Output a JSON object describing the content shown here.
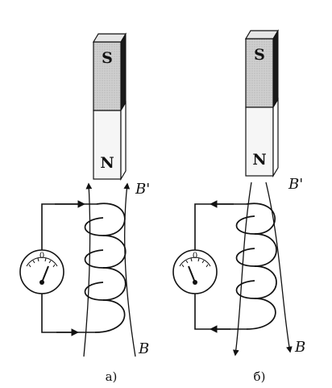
{
  "panels": [
    {
      "id": "a",
      "magnet": {
        "top_pole": "S",
        "bottom_pole": "N"
      },
      "field_label_top": "B'",
      "field_label_bottom": "B",
      "galvanometer_zero": "0",
      "galvanometer_deflection": "right",
      "caption": "а)"
    },
    {
      "id": "b",
      "magnet": {
        "top_pole": "S",
        "bottom_pole": "N"
      },
      "field_label_top": "B'",
      "field_label_bottom": "B",
      "galvanometer_zero": "0",
      "galvanometer_deflection": "left",
      "caption": "б)"
    }
  ],
  "colors": {
    "ink": "#111111",
    "magnet_s": "#c9c9c9",
    "magnet_n": "#f6f6f6",
    "magnet_side": "#1a1a1a"
  }
}
